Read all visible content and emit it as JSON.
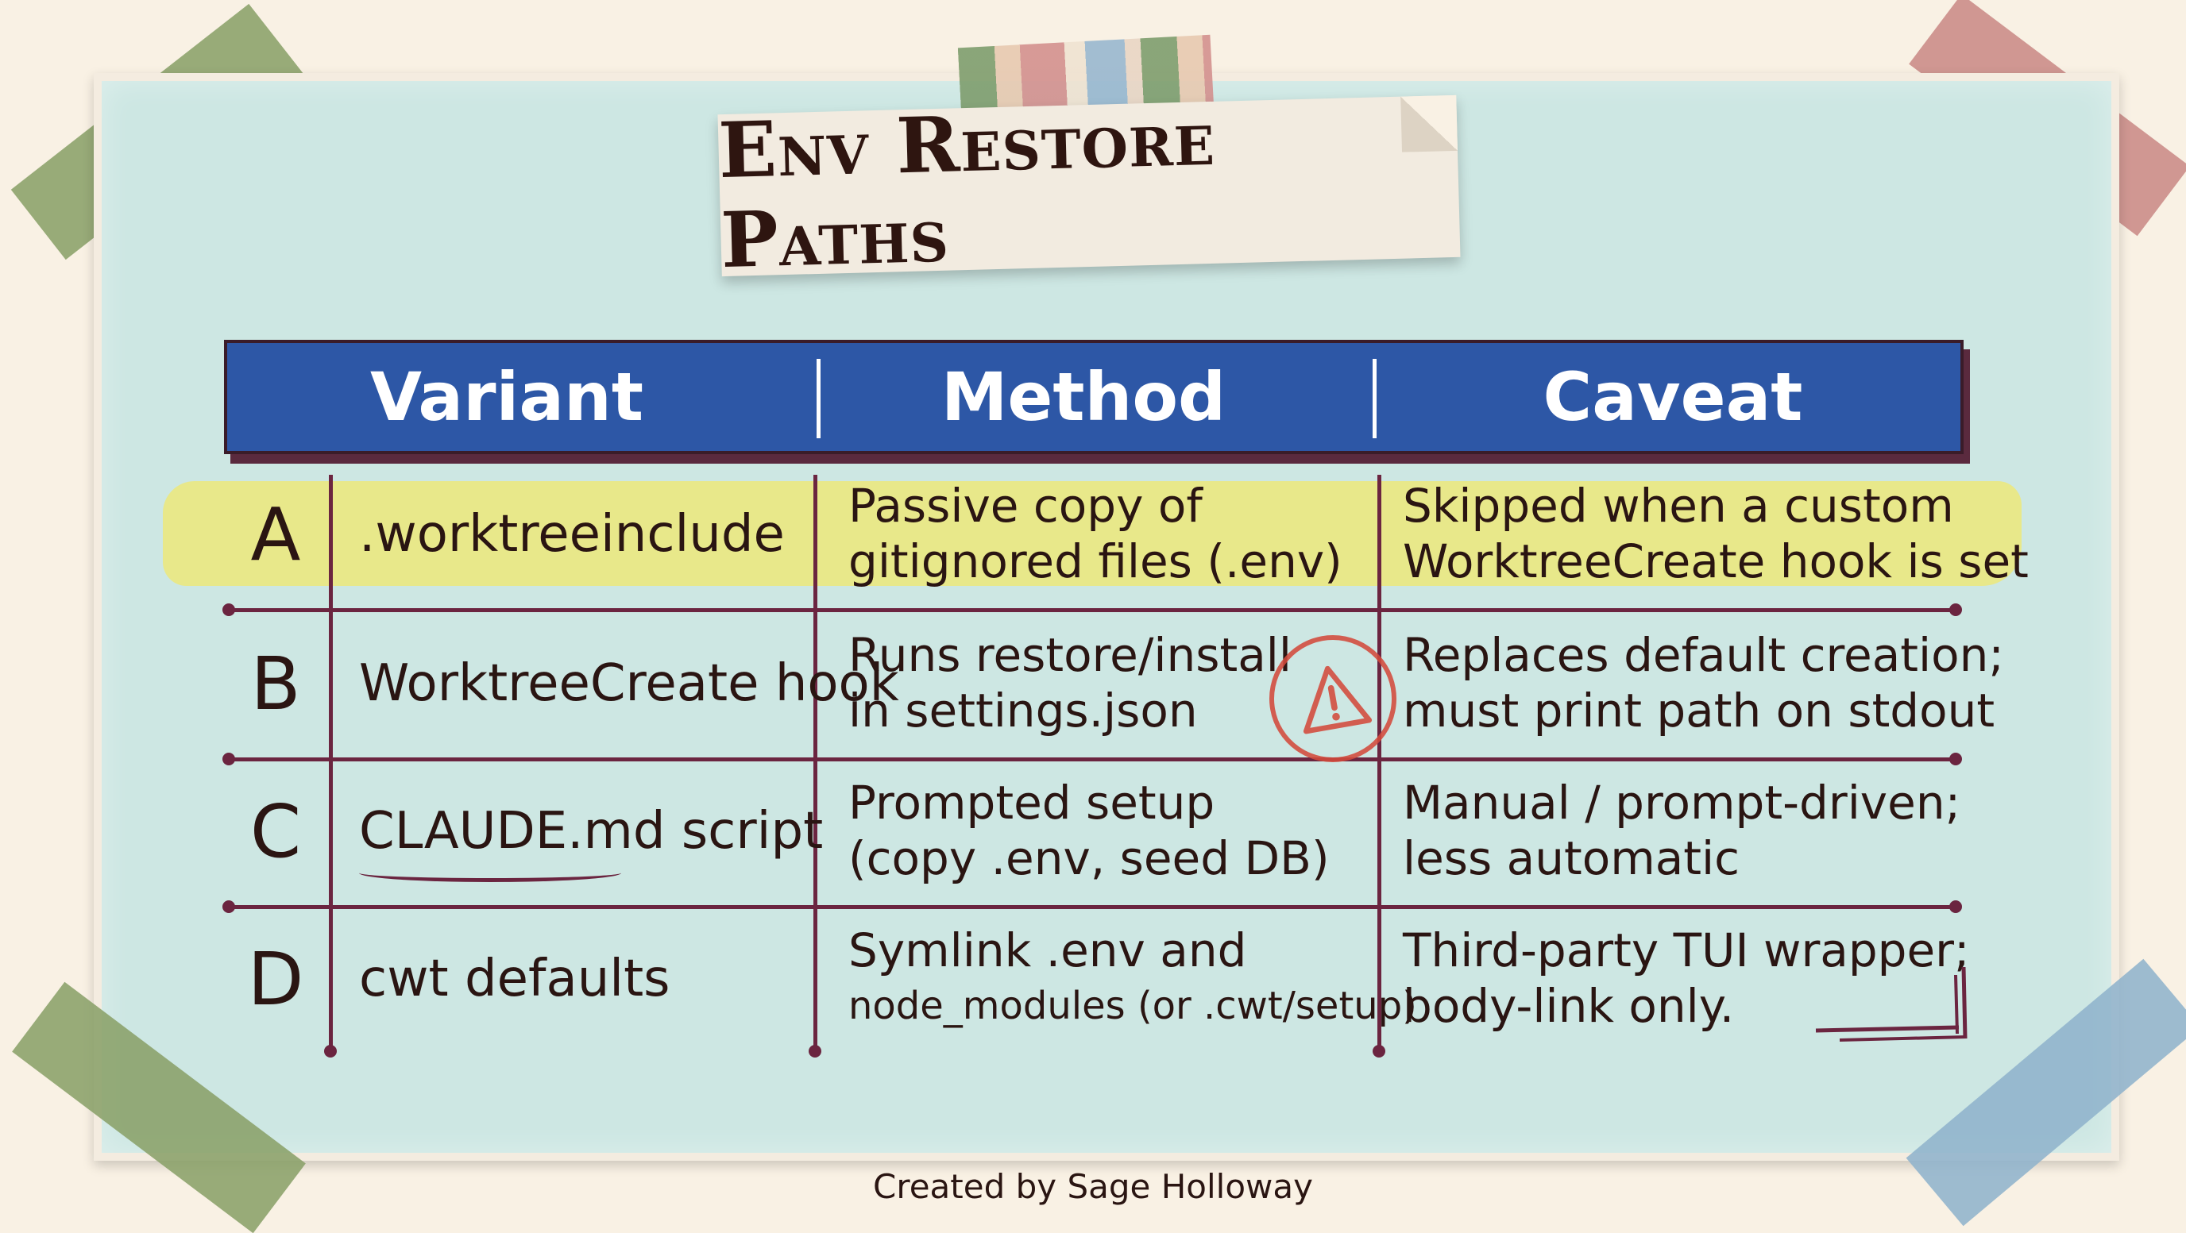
{
  "title": "Env Restore Paths",
  "header": {
    "variant": "Variant",
    "method": "Method",
    "caveat": "Caveat"
  },
  "rows": [
    {
      "letter": "A",
      "variant": ".worktreeinclude",
      "method": [
        "Passive copy of",
        "gitignored files (.env)"
      ],
      "caveat": [
        "Skipped when a custom",
        "WorktreeCreate hook is set"
      ]
    },
    {
      "letter": "B",
      "variant": "WorktreeCreate hook",
      "method": [
        "Runs restore/install",
        "in settings.json"
      ],
      "caveat": [
        "Replaces default creation;",
        "must print path on stdout"
      ]
    },
    {
      "letter": "C",
      "variant": "CLAUDE.md script",
      "method": [
        "Prompted setup",
        "(copy .env, seed DB)"
      ],
      "caveat": [
        "Manual / prompt-driven;",
        "less automatic"
      ]
    },
    {
      "letter": "D",
      "variant": "cwt defaults",
      "method": [
        "Symlink .env and",
        "node_modules (or .cwt/setup)"
      ],
      "caveat": [
        "Third-party TUI wrapper;",
        "body-link only."
      ]
    }
  ],
  "icons": {
    "warning": "warning-icon"
  },
  "colors": {
    "header": "#2d57a6",
    "highlight": "#ece77a",
    "card": "#cde7e3",
    "lines": "#6b2540",
    "warning": "#d34a3c"
  },
  "footer": "Created by Sage Holloway"
}
